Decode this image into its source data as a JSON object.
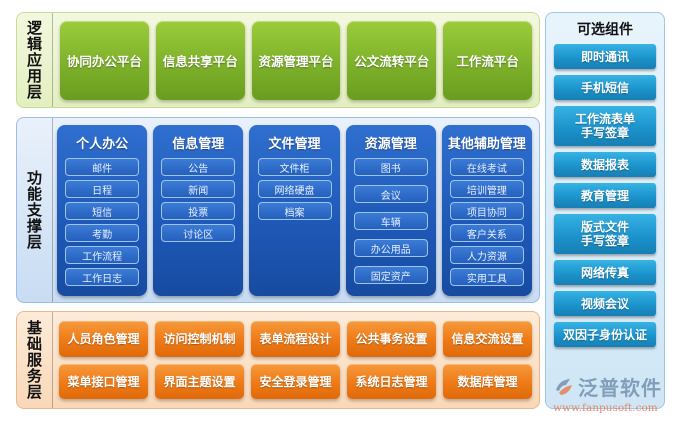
{
  "layers": {
    "logic": {
      "label": "逻辑应用层",
      "items": [
        "协同办公平台",
        "信息共享平台",
        "资源管理平台",
        "公文流转平台",
        "工作流平台"
      ]
    },
    "function": {
      "label": "功能支撑层",
      "columns": [
        {
          "title": "个人办公",
          "items": [
            "邮件",
            "日程",
            "短信",
            "考勤",
            "工作流程",
            "工作日志"
          ]
        },
        {
          "title": "信息管理",
          "items": [
            "公告",
            "新闻",
            "投票",
            "讨论区"
          ]
        },
        {
          "title": "文件管理",
          "items": [
            "文件柜",
            "网络硬盘",
            "档案"
          ]
        },
        {
          "title": "资源管理",
          "items": [
            "图书",
            "会议",
            "车辆",
            "办公用品",
            "固定资产"
          ]
        },
        {
          "title": "其他辅助管理",
          "items": [
            "在线考试",
            "培训管理",
            "项目协同",
            "客户关系",
            "人力资源",
            "实用工具"
          ]
        }
      ]
    },
    "base": {
      "label": "基础服务层",
      "items": [
        "人员角色管理",
        "访问控制机制",
        "表单流程设计",
        "公共事务设置",
        "信息交流设置",
        "菜单接口管理",
        "界面主题设置",
        "安全登录管理",
        "系统日志管理",
        "数据库管理"
      ]
    }
  },
  "optional": {
    "title": "可选组件",
    "items": [
      {
        "lines": [
          "即时通讯"
        ]
      },
      {
        "lines": [
          "手机短信"
        ]
      },
      {
        "lines": [
          "工作流表单",
          "手写签章"
        ]
      },
      {
        "lines": [
          "数据报表"
        ]
      },
      {
        "lines": [
          "教育管理"
        ]
      },
      {
        "lines": [
          "版式文件",
          "手写签章"
        ]
      },
      {
        "lines": [
          "网络传真"
        ]
      },
      {
        "lines": [
          "视频会议"
        ]
      },
      {
        "lines": [
          "双因子身份认证"
        ]
      }
    ]
  },
  "watermark": {
    "brand": "泛普软件",
    "url": "www.fanpusoft.com"
  },
  "colors": {
    "logic_green": "#7db12a",
    "function_blue": "#1e58b6",
    "base_orange": "#ee7a16",
    "optional_cyan": "#1c93cc"
  }
}
